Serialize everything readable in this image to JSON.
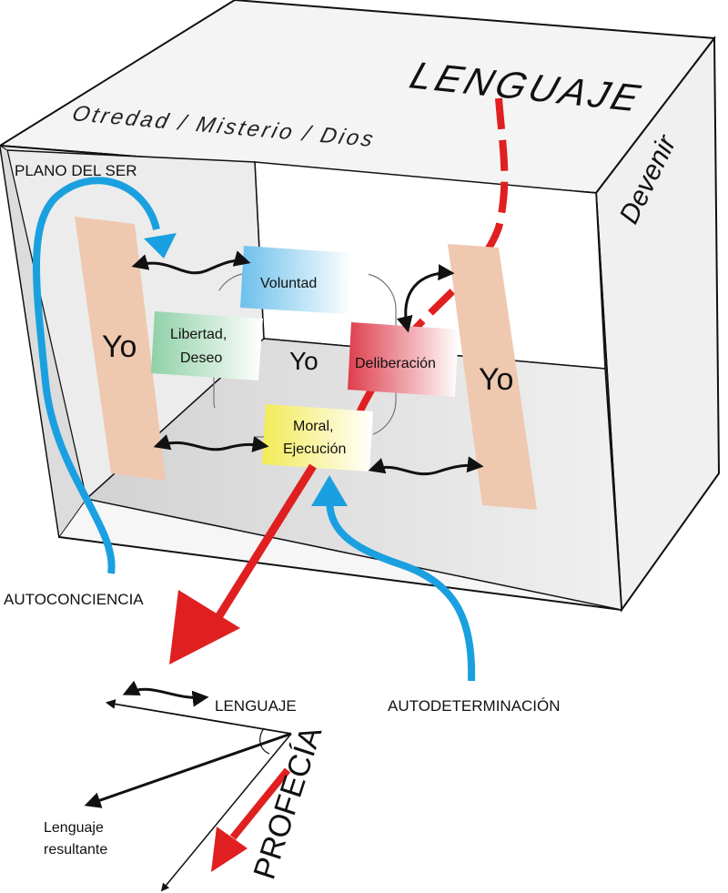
{
  "labels": {
    "lenguaje_top": "LENGUAJE",
    "otredad": "Otredad / Misterio / Dios",
    "devenir": "Devenir",
    "plano_del_ser": "PLANO DEL SER",
    "yo_left": "Yo",
    "yo_center": "Yo",
    "yo_right": "Yo",
    "voluntad": "Voluntad",
    "libertad_1": "Libertad,",
    "libertad_2": "Deseo",
    "deliberacion": "Deliberación",
    "moral_1": "Moral,",
    "moral_2": "Ejecución",
    "autoconciencia": "AUTOCONCIENCIA",
    "autodeterminacion": "AUTODETERMINACIÓN",
    "lenguaje_bottom": "LENGUAJE",
    "lenguaje_resultante_1": "Lenguaje",
    "lenguaje_resultante_2": "resultante",
    "profecia": "PROFECÍA"
  },
  "colors": {
    "box_face": "#f2f2f2",
    "box_inner": "#e3e3e3",
    "yo_panel": "#efc8b0",
    "arrow_blue": "#1aa0e0",
    "arrow_red": "#e02020",
    "voluntad_tint": "#7cc6ee",
    "libertad_tint": "#9fd6b2",
    "deliberacion_tint": "#e0505a",
    "moral_tint": "#f5ee6a"
  }
}
